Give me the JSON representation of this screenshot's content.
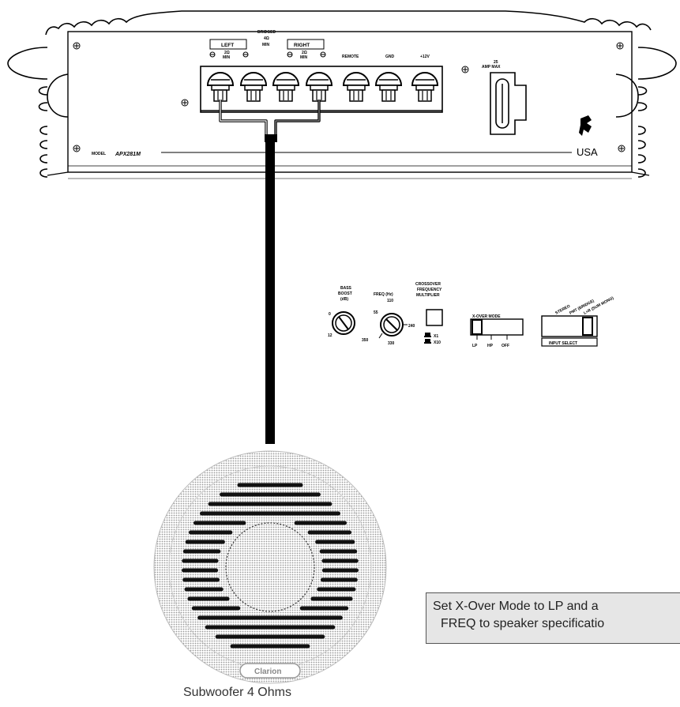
{
  "amplifier": {
    "model_label": "MODEL",
    "model_number": "APX281M",
    "bridged_label": "BRIDGED",
    "bridged_ohms": "4Ω",
    "bridged_min": "MIN",
    "left_label": "LEFT",
    "right_label": "RIGHT",
    "left_ohms": "2Ω",
    "left_min": "MIN",
    "right_ohms": "2Ω",
    "right_min": "MIN",
    "remote_label": "REMOTE",
    "gnd_label": "GND",
    "plus12_label": "+12V",
    "fuse_label_1": "25",
    "fuse_label_2": "AMP MAX",
    "origin_label": "USA"
  },
  "controls": {
    "bass_boost_line1": "BASS",
    "bass_boost_line2": "BOOST",
    "bass_boost_line3": "(dB)",
    "bass_0": "0",
    "bass_12": "12",
    "freq_label": "FREQ (Hz)",
    "freq_110": "110",
    "freq_55": "55",
    "freq_240": "240",
    "freq_350": "350",
    "freq_330": "330",
    "crossover_line1": "CROSSOVER",
    "crossover_line2": "FREQUENCY",
    "crossover_line3": "MULTIPLIER",
    "x1": "X1",
    "x10": "X10",
    "xover_mode_label": "X-OVER MODE",
    "xover_lp": "LP",
    "xover_hp": "HP",
    "xover_off": "OFF",
    "input_stereo": "STEREO",
    "input_pmt": "PMT (BRIDGE)",
    "input_l_r": "L+R (SUM MONO)",
    "input_select_label": "INPUT SELECT"
  },
  "speaker": {
    "brand_badge": "Clarion",
    "caption": "Subwoofer 4 Ohms"
  },
  "note": {
    "line1": "Set X-Over Mode to LP and a",
    "line2": "FREQ to speaker specificatio"
  }
}
